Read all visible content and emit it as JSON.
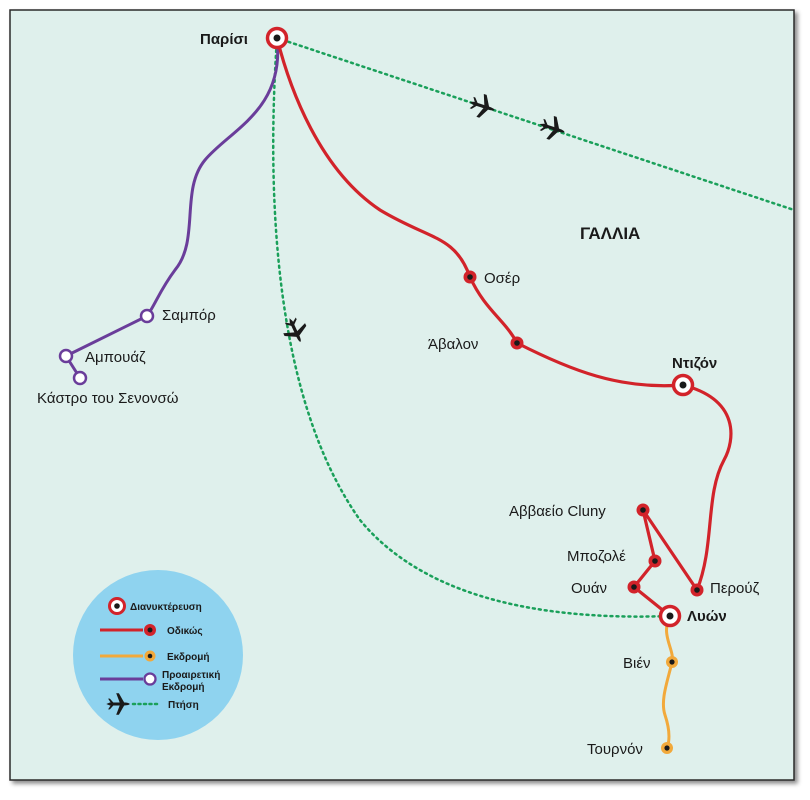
{
  "map": {
    "country": "ΓΑΛΛΙΑ",
    "colors": {
      "background": "#dff0ec",
      "road": "#d2232a",
      "excursion": "#f2a93b",
      "optional": "#6a3d9a",
      "flight": "#1aa05a",
      "legend_bg": "#8fd3ef"
    },
    "places": {
      "paris": "Παρίσι",
      "auxerre": "Οσέρ",
      "avallon": "Άβαλον",
      "dijon": "Ντιζόν",
      "cluny": "Αββαείο Cluny",
      "beaujolais": "Μποζολέ",
      "ouan": "Ουάν",
      "perouges": "Περούζ",
      "lyon": "Λυών",
      "vienne": "Βιέν",
      "tournon": "Τουρνόν",
      "chambord": "Σαμπόρ",
      "amboise": "Αμπουάζ",
      "chenonceau": "Κάστρο του Σενονσώ"
    },
    "icons": [
      "airplane-icon",
      "overnight-marker",
      "road-stop-marker",
      "excursion-stop-marker",
      "optional-stop-marker"
    ]
  },
  "legend": {
    "overnight": "Διανυκτέρευση",
    "road": "Οδικώς",
    "excursion": "Εκδρομή",
    "optional_line1": "Προαιρετική",
    "optional_line2": "Εκδρομή",
    "flight": "Πτήση"
  }
}
